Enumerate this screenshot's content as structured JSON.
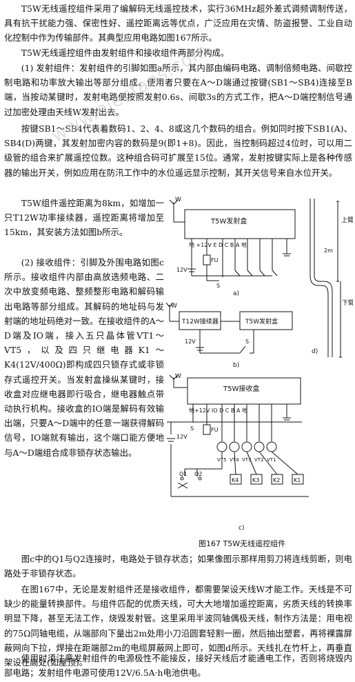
{
  "paragraphs": {
    "p1": "T5W无线遥控组件采用了编解码无线遥控技术，实行36MHz超外差式调频调制传送，具有抗干扰能力强、保密性好、遥控距离远等优点，广泛应用在灾情、防盗报警、工业自动化控制中作为传输部件。其典型应用电路如图167所示。",
    "p2": "T5W无线遥控组件由发射组件和接收组件两部分构成。",
    "p3": "(1) 发射组件：发射组件的引脚如图a所示，其内部由编码电路、调制倍频电路、间歇控制电路和功率放大输出等部分组成。使用者只要在A～D端通过按键(SB1～SB4)连接至B端，当按动某键时，发射电路便按照发射0.6s、间歇3s的方式工作，把A～D端控制信号通过加密处理由天线W发射出去。",
    "p4": "按键SB1～SB4代表着数码1、2、4、8或这几个数码的组合。例如同时按下SB1(A)、SB4(D)两键，其发射加密内容的数码是9(即1+8)。因此，当控制码超过4位时，可以用二级管的组合来扩展遥控位数。这种组合码可扩展至15位。通常，发射按键实际上是各种传感器的输出开关，例如应用在防汛工作中的水位遥远显示控制，其开关信号来自水位开关。",
    "p5": "T5W组件遥控距离为8km，如增加一只T12W功率接续器，遥控距离将增加至15km，其安装方法如图b所示。",
    "p6": "(2) 接收组件：引脚及外围电路如图c所示。接收组件内部由高放选频电路、二次中放变频电路、整频整形电路和解码输出电路等部分组成。其解码的地址码与发射端的地址码绝对一致。在接收组件的A～D端及IO端，接入五只晶体管VT1～VT5，以及四只继电器K1～K4(12V/400Ω)即构成四只锁存式或非锁存式遥控开关。当发射盒操纵某键时，接收盒对应继电器即行吸合，继电器触点带动执行机构。接收盒的IO端是解码有效输出端，只要A～D端中的任意一端获得解码信号，IO端就有输出，这个端口能方便地与A～D端组合成非锁存状态输出。",
    "p7": "图c中的Q1与Q2连接时，电路处于锁存状态；如果像图示那样用剪刀将连线剪断，则电路处于非锁存状态。",
    "p8": "在图167中，无论是发射组件还是接收组件，都需要架设天线W才能工作。天线是不可缺少的能量转换部件。与组件匹配的优质天线，可大大地增加遥控距离，劣质天线的转换率明显下降，甚至无法工作，烧毁发射管。这里采用半波同轴偶极天线，制作方法是：用电视的75Ω同轴电缆，从端部向下量出2m处用小刀沿圆套轻割一圈，然后抽出塑套，再将裸露屏蔽网向下拉，焊接在距端部2m的电缆屏蔽网上即可，如图d所示。天线扎在竹杆上，再垂直架设在高处(如屋顶)。",
    "p9": "使用时须注意发射组件的电源极性不能接反，接好天线后才能通电工作，否则将烧毁内部电路；发射组件电源可使用12V/6.5A·h电池供电。"
  },
  "figure": {
    "caption": "图167  T5W无线遥控组件",
    "a": {
      "label": "a)",
      "box": "T5W发射盒",
      "pins": "地 +12V E D C B A 地",
      "antenna": "W",
      "battery": "12V",
      "fuse": "FU",
      "switch": "S"
    },
    "b": {
      "label": "b)",
      "amp": "T12W接续器",
      "tx": "T5W发射盒",
      "antenna": "W",
      "battery": "12V",
      "switch": "S"
    },
    "c": {
      "label": "c)",
      "box": "T5W接收盒",
      "pins": "地+12V IO D C B A 地",
      "antenna": "W",
      "battery": "12V",
      "switch": "S",
      "fuse": "FU",
      "transistors": [
        "VT5",
        "VT4",
        "VT3",
        "VT2",
        "VT1"
      ],
      "relays": [
        "K4",
        "K3",
        "K2",
        "K1"
      ],
      "q1": "Q1",
      "q2": "Q2"
    },
    "d": {
      "label": "d)",
      "upper": "上臂振子",
      "lower": "下臂振子",
      "dim": "2m"
    }
  },
  "watermark": "www.elecfans.com"
}
